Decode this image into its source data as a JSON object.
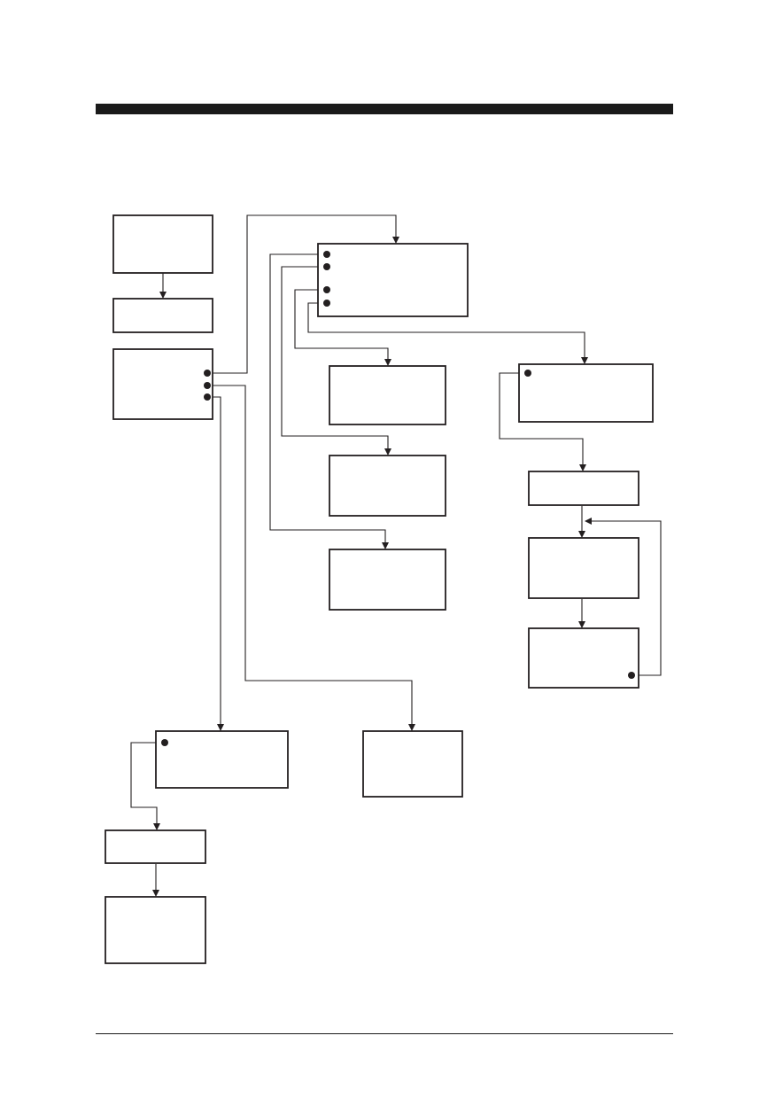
{
  "diagram": {
    "type": "flowchart",
    "node_count": 17,
    "colors": {
      "line": "#231f20",
      "background": "#ffffff"
    },
    "nodes": [
      {
        "id": "n1",
        "label": ""
      },
      {
        "id": "n2",
        "label": ""
      },
      {
        "id": "n3",
        "label": ""
      },
      {
        "id": "n4",
        "label": ""
      },
      {
        "id": "n5",
        "label": ""
      },
      {
        "id": "n6",
        "label": ""
      },
      {
        "id": "n7",
        "label": ""
      },
      {
        "id": "n8",
        "label": ""
      },
      {
        "id": "n9",
        "label": ""
      },
      {
        "id": "n10",
        "label": ""
      },
      {
        "id": "n11",
        "label": ""
      },
      {
        "id": "n12",
        "label": ""
      },
      {
        "id": "n13",
        "label": ""
      },
      {
        "id": "n14",
        "label": ""
      },
      {
        "id": "n15",
        "label": ""
      },
      {
        "id": "n16",
        "label": ""
      },
      {
        "id": "n17",
        "label": ""
      }
    ],
    "edges": [
      {
        "from": "n1",
        "to": "n2"
      },
      {
        "from": "n3",
        "to": "n4"
      },
      {
        "from": "n3",
        "to": "n9"
      },
      {
        "from": "n3",
        "to": "n8"
      },
      {
        "from": "n4",
        "to": "n7"
      },
      {
        "from": "n4",
        "to": "n6"
      },
      {
        "from": "n4",
        "to": "n5"
      },
      {
        "from": "n4",
        "to": "n10"
      },
      {
        "from": "n10",
        "to": "n11"
      },
      {
        "from": "n11",
        "to": "n12"
      },
      {
        "from": "n12",
        "to": "n13"
      },
      {
        "from": "n13",
        "to": "n12"
      },
      {
        "from": "n8",
        "to": "n14"
      },
      {
        "from": "n14",
        "to": "n15"
      }
    ]
  }
}
